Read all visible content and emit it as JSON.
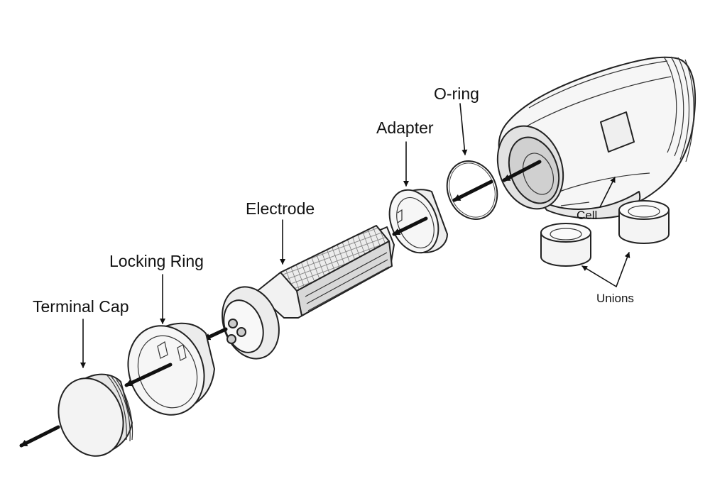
{
  "labels": {
    "terminal_cap": "Terminal Cap",
    "locking_ring": "Locking Ring",
    "electrode": "Electrode",
    "adapter": "Adapter",
    "o_ring": "O-ring",
    "cell": "Cell",
    "unions": "Unions"
  },
  "colors": {
    "line": "#111111",
    "fill_light": "#f4f4f4",
    "fill_mid": "#dcdcdc",
    "fill_dark": "#9a9a9a"
  }
}
